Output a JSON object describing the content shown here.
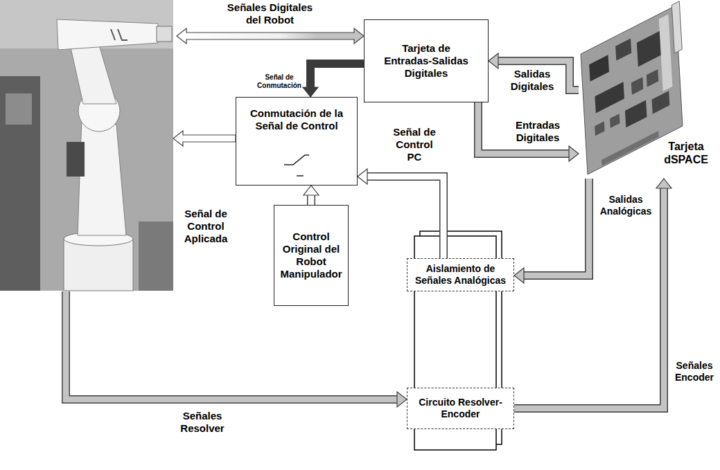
{
  "diagram": {
    "nodes": [
      {
        "text": [
          "Tarjeta de Entradas-Salidas Digitales"
        ]
      },
      {
        "text": [
          "Conmutación de la Señal de Control"
        ]
      },
      {
        "text": [
          "Control Original del Robot Manipulador"
        ]
      },
      {
        "text": [
          "Aislamiento de Señales Analógicas"
        ]
      },
      {
        "text": [
          "Circuito Resolver-Encoder"
        ]
      },
      {
        "text": [
          "Tarjeta dSPACE"
        ]
      }
    ],
    "edges": [
      {
        "from": 0,
        "to": 1,
        "arrow": "to",
        "label": "Señal de Conmutación"
      },
      {
        "from": 5,
        "to": 0,
        "arrow": "to",
        "label": "Salidas Digitales"
      },
      {
        "from": 0,
        "to": 5,
        "arrow": "to",
        "label": "Entradas Digitales"
      },
      {
        "from": 5,
        "to": 3,
        "arrow": "to",
        "label": "Salidas Analógicas"
      },
      {
        "from": 3,
        "to": 1,
        "arrow": "to",
        "label": "Señal de Control PC"
      },
      {
        "from": 2,
        "to": 1,
        "arrow": "to"
      },
      {
        "from": 4,
        "to": 5,
        "arrow": "to",
        "label": "Señales Encoder"
      }
    ],
    "labels": [
      "Señales Digitales del Robot",
      "Señal de Control Aplicada",
      "Señales Resolver"
    ]
  }
}
